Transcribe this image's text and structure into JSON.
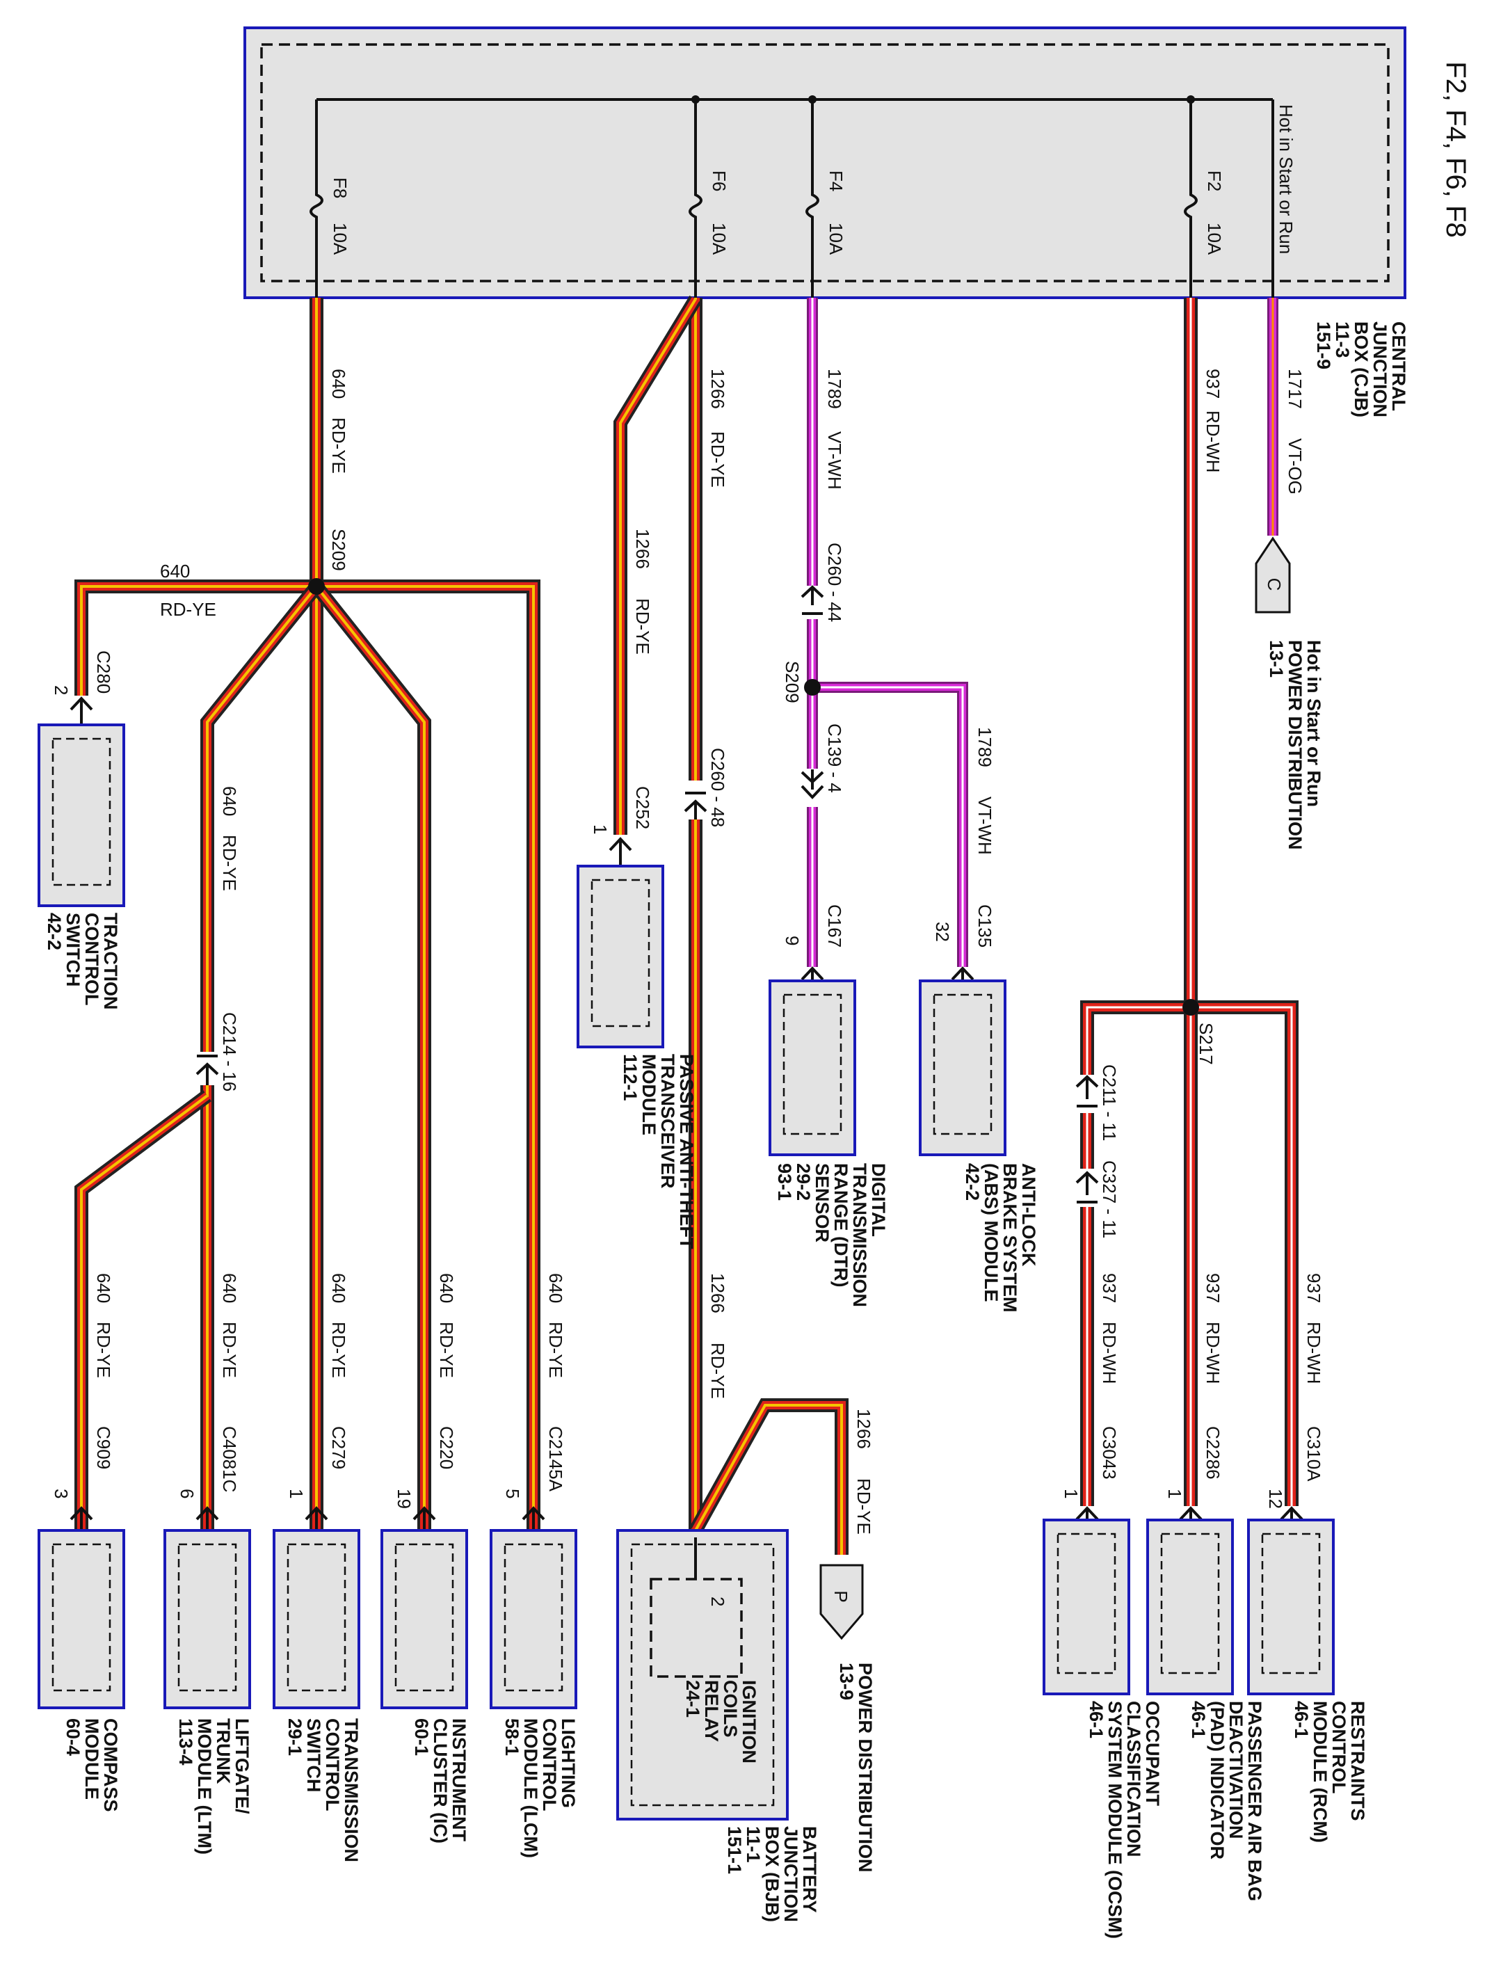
{
  "page": {
    "title": "F2, F4, F6, F8"
  },
  "cjb": {
    "hot_label": "Hot in Start or Run",
    "name_lines": [
      "CENTRAL",
      "JUNCTION",
      "BOX (CJB)",
      "11-3",
      "151-9"
    ],
    "fuses": [
      {
        "name": "F8",
        "rating": "10A"
      },
      {
        "name": "F6",
        "rating": "10A"
      },
      {
        "name": "F4",
        "rating": "10A"
      },
      {
        "name": "F2",
        "rating": "10A"
      }
    ]
  },
  "offpage": {
    "c": {
      "letter": "C",
      "lines": [
        "Hot in Start or Run",
        "POWER DISTRIBUTION",
        "13-1"
      ]
    },
    "p": {
      "letter": "P",
      "lines": [
        "POWER DISTRIBUTION",
        "13-9"
      ]
    }
  },
  "wires": {
    "w1717": {
      "circuit": "1717",
      "color": "VT-OG"
    },
    "w937_main": {
      "circuit": "937",
      "color": "RD-WH"
    },
    "w937_a": {
      "circuit": "937",
      "color": "RD-WH"
    },
    "w937_b": {
      "circuit": "937",
      "color": "RD-WH"
    },
    "w937_c": {
      "circuit": "937",
      "color": "RD-WH"
    },
    "w1789_main": {
      "circuit": "1789",
      "color": "VT-WH"
    },
    "w1789_abs": {
      "circuit": "1789",
      "color": "VT-WH"
    },
    "w1266_main": {
      "circuit": "1266",
      "color": "RD-YE"
    },
    "w1266_pats": {
      "circuit": "1266",
      "color": "RD-YE"
    },
    "w1266_low": {
      "circuit": "1266",
      "color": "RD-YE"
    },
    "w1266_p": {
      "circuit": "1266",
      "color": "RD-YE"
    },
    "w640_main": {
      "circuit": "640",
      "color": "RD-YE"
    },
    "w640_tcs": {
      "circuit": "640",
      "color": "RD-YE"
    },
    "w640_ltm_up": {
      "circuit": "640",
      "color": "RD-YE"
    },
    "w640_compass": {
      "circuit": "640",
      "color": "RD-YE"
    },
    "w640_ltm": {
      "circuit": "640",
      "color": "RD-YE"
    },
    "w640_tcsw": {
      "circuit": "640",
      "color": "RD-YE"
    },
    "w640_ic": {
      "circuit": "640",
      "color": "RD-YE"
    },
    "w640_lcm": {
      "circuit": "640",
      "color": "RD-YE"
    }
  },
  "splices": {
    "s209_a": "S209",
    "s209_b": "S209",
    "s217": "S217"
  },
  "inline_connectors": {
    "c260_44": "C260 - 44",
    "c260_48": "C260 - 48",
    "c139_4": "C139 - 4",
    "c214_16": "C214 - 16",
    "c211_11": "C211 - 11",
    "c327_11": "C327 - 11"
  },
  "components": {
    "rcm": {
      "connector": "C310A",
      "pin": "12",
      "lines": [
        "RESTRAINTS",
        "CONTROL",
        "MODULE (RCM)",
        "46-1"
      ]
    },
    "pad": {
      "connector": "C2286",
      "pin": "1",
      "lines": [
        "PASSENGER AIR BAG",
        "DEACTIVATION",
        "(PAD) INDICATOR",
        "46-1"
      ]
    },
    "ocsm": {
      "connector": "C3043",
      "pin": "1",
      "lines": [
        "OCCUPANT",
        "CLASSIFICATION",
        "SYSTEM MODULE (OCSM)",
        "46-1"
      ]
    },
    "abs": {
      "connector": "C135",
      "pin": "32",
      "lines": [
        "ANTI-LOCK",
        "BRAKE SYSTEM",
        "(ABS) MODULE",
        "42-2"
      ]
    },
    "dtr": {
      "connector": "C167",
      "pin": "9",
      "lines": [
        "DIGITAL",
        "TRANSMISSION",
        "RANGE (DTR)",
        "SENSOR",
        "29-2",
        "93-1"
      ]
    },
    "pats": {
      "connector": "C252",
      "pin": "1",
      "lines": [
        "PASSIVE ANTI-THEFT",
        "TRANSCEIVER",
        "MODULE",
        "112-1"
      ]
    },
    "bjb": {
      "pin": "2",
      "relay_lines": [
        "IGNITION",
        "COILS",
        "RELAY",
        "24-1"
      ],
      "lines": [
        "BATTERY",
        "JUNCTION",
        "BOX (BJB)",
        "11-1",
        "151-1"
      ]
    },
    "tcs": {
      "connector": "C280",
      "pin": "2",
      "lines": [
        "TRACTION",
        "CONTROL",
        "SWITCH",
        "42-2"
      ]
    },
    "lcm": {
      "connector": "C2145A",
      "pin": "5",
      "lines": [
        "LIGHTING",
        "CONTROL",
        "MODULE (LCM)",
        "58-1"
      ]
    },
    "ic": {
      "connector": "C220",
      "pin": "19",
      "lines": [
        "INSTRUMENT",
        "CLUSTER (IC)",
        "60-1"
      ]
    },
    "tcsw": {
      "connector": "C279",
      "pin": "1",
      "lines": [
        "TRANSMISSION",
        "CONTROL",
        "SWITCH",
        "29-1"
      ]
    },
    "ltm": {
      "connector": "C4081C",
      "pin": "6",
      "lines": [
        "LIFTGATE/",
        "TRUNK",
        "MODULE (LTM)",
        "113-4"
      ]
    },
    "compass": {
      "connector": "C909",
      "pin": "3",
      "lines": [
        "COMPASS",
        "MODULE",
        "60-4"
      ]
    }
  },
  "colors": {
    "frame_border": "#1919b8",
    "frame_fill": "#e3e3e3",
    "red_wire": "#e0231a",
    "yellow_stripe": "#f5c400",
    "violet_wire": "#d62ad6"
  }
}
